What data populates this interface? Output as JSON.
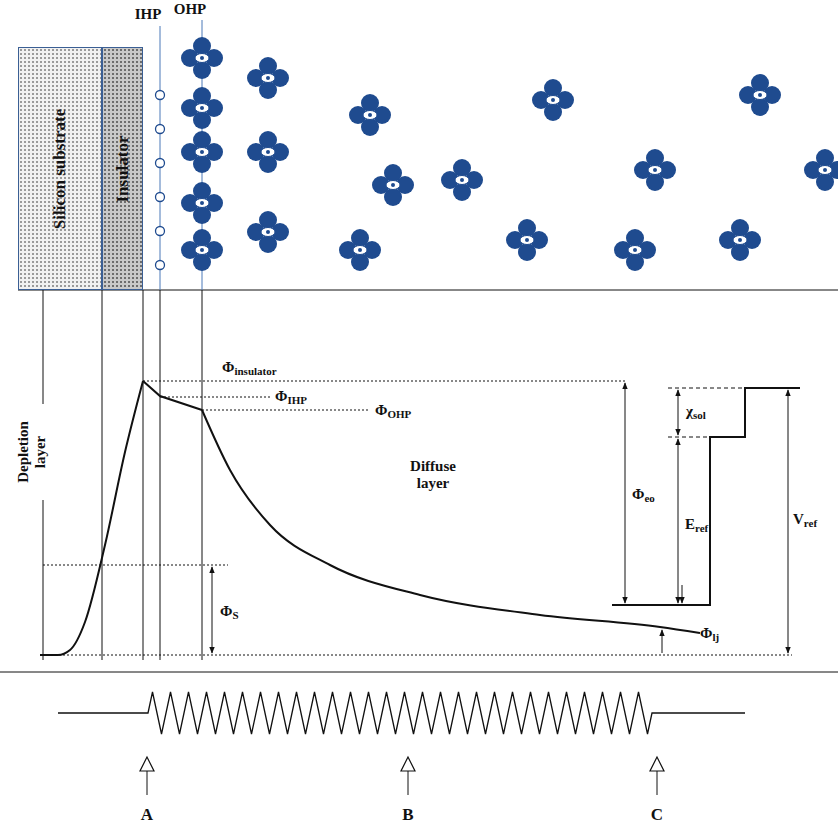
{
  "diagram": {
    "nodes": [
      {
        "text": [
          "Silicon substrate"
        ]
      },
      {
        "text": [
          "Insulator"
        ]
      }
    ],
    "labels": [
      "IHP",
      "OHP",
      "Φinsulator",
      "ΦIHP",
      "ΦOHP",
      "χsol",
      "Φeo",
      "Eref",
      "Vref",
      "Depletion layer",
      "Diffuse layer",
      "ΦS",
      "Φlj",
      "A",
      "B",
      "C"
    ]
  }
}
